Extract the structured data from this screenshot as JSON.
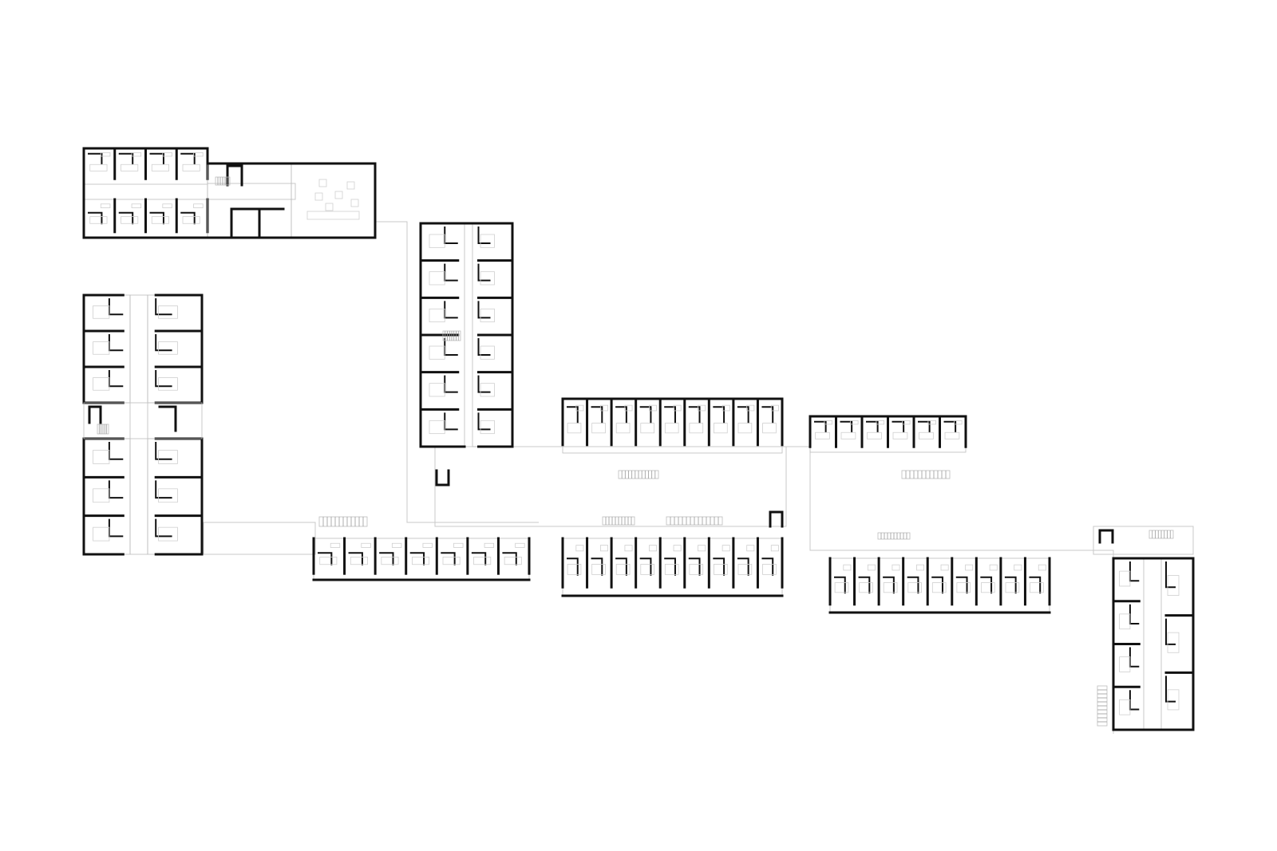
{
  "drawing": {
    "kind": "floor-plan",
    "wall_color": "#111111",
    "corridor_color": "#c8c8c8",
    "background": "#ffffff",
    "wings": [
      {
        "name": "north-west-wing",
        "orientation": "horizontal",
        "rooms": 8,
        "has_common_room": true
      },
      {
        "name": "west-wing",
        "orientation": "vertical",
        "rooms": 12
      },
      {
        "name": "central-tower",
        "orientation": "vertical",
        "rooms": 12
      },
      {
        "name": "south-row-a",
        "orientation": "horizontal",
        "rooms": 7
      },
      {
        "name": "middle-row-north",
        "orientation": "horizontal",
        "rooms": 9
      },
      {
        "name": "middle-row-south",
        "orientation": "horizontal",
        "rooms": 9
      },
      {
        "name": "east-row-north",
        "orientation": "horizontal",
        "rooms": 6
      },
      {
        "name": "east-row-south",
        "orientation": "horizontal",
        "rooms": 9
      },
      {
        "name": "east-tower",
        "orientation": "vertical",
        "rooms": 7
      }
    ]
  }
}
